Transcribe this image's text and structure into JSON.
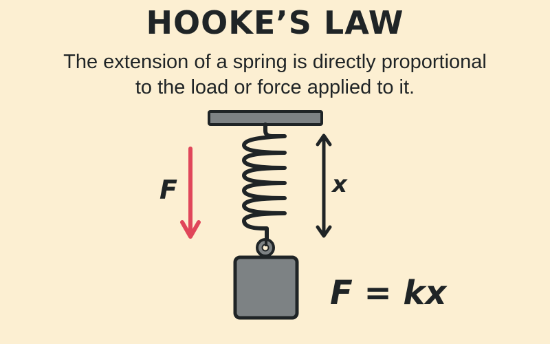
{
  "title": "HOOKE’S LAW",
  "subtitle": {
    "line1": "The extension of a spring is directly proportional",
    "line2": "to the load or force applied to it."
  },
  "diagram": {
    "force_label": "F",
    "extension_label": "x",
    "equation": "F = kx",
    "components": [
      "ceiling-bar",
      "spring",
      "hook-ring",
      "weight-block",
      "force-arrow",
      "extension-arrow"
    ]
  },
  "colors": {
    "background": "#fcefd2",
    "text": "#1f2426",
    "force_arrow": "#e0465a",
    "metal_gray": "#7d8284",
    "outline": "#1f2426"
  }
}
